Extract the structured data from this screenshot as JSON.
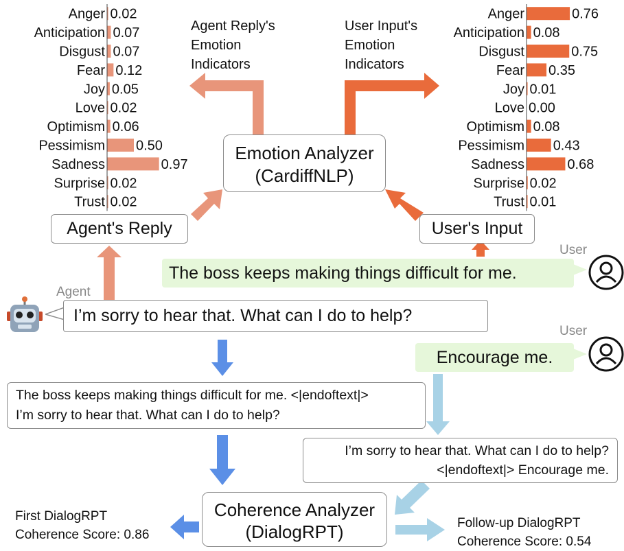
{
  "colors": {
    "agent_bar": "#e8957a",
    "user_bar": "#e96b3b",
    "dark_blue": "#5b8fe6",
    "light_blue": "#a8d2e6",
    "green_bubble": "#e6f7da"
  },
  "chart_data": [
    {
      "type": "bar",
      "orientation": "horizontal",
      "categories": [
        "Anger",
        "Anticipation",
        "Disgust",
        "Fear",
        "Joy",
        "Love",
        "Optimism",
        "Pessimism",
        "Sadness",
        "Surprise",
        "Trust"
      ],
      "values": [
        0.02,
        0.07,
        0.07,
        0.12,
        0.05,
        0.02,
        0.06,
        0.5,
        0.97,
        0.02,
        0.02
      ],
      "value_labels": [
        "0.02",
        "0.07",
        "0.07",
        "0.12",
        "0.05",
        "0.02",
        "0.06",
        "0.50",
        "0.97",
        "0.02",
        "0.02"
      ],
      "title": "Agent Reply's Emotion Indicators"
    },
    {
      "type": "bar",
      "orientation": "horizontal",
      "categories": [
        "Anger",
        "Anticipation",
        "Disgust",
        "Fear",
        "Joy",
        "Love",
        "Optimism",
        "Pessimism",
        "Sadness",
        "Surprise",
        "Trust"
      ],
      "values": [
        0.76,
        0.08,
        0.75,
        0.35,
        0.01,
        0.0,
        0.08,
        0.43,
        0.68,
        0.02,
        0.01
      ],
      "value_labels": [
        "0.76",
        "0.08",
        "0.75",
        "0.35",
        "0.01",
        "0.00",
        "0.08",
        "0.43",
        "0.68",
        "0.02",
        "0.01"
      ],
      "title": "User Input's Emotion Indicators"
    }
  ],
  "labels": {
    "agent_indicators": [
      "Agent Reply's",
      "Emotion",
      "Indicators"
    ],
    "user_indicators": [
      "User Input's",
      "Emotion",
      "Indicators"
    ]
  },
  "emotion_analyzer": {
    "line1": "Emotion Analyzer",
    "line2": "(CardiffNLP)"
  },
  "agent_reply_box": "Agent's Reply",
  "user_input_box": "User's Input",
  "speakers": {
    "user1": "User",
    "user2": "User",
    "agent": "Agent"
  },
  "messages": {
    "user1": "The boss keeps making things difficult for me.",
    "agent": "I’m sorry to hear that. What can I do to help?",
    "user2": "Encourage me."
  },
  "context_left": {
    "line1": "The boss keeps making things difficult for me. <|endoftext|>",
    "line2": "I’m sorry to hear that. What can I do to help?"
  },
  "context_right": {
    "line1": "I’m sorry to hear that. What can I do to help?",
    "line2": "<|endoftext|> Encourage me."
  },
  "coherence_analyzer": {
    "line1": "Coherence Analyzer",
    "line2": "(DialogRPT)"
  },
  "first_score": {
    "line1": "First DialogRPT",
    "line2": "Coherence Score: 0.86"
  },
  "followup_score": {
    "line1": "Follow-up DialogRPT",
    "line2": "Coherence Score: 0.54"
  },
  "icons": {
    "agent": "robot-icon",
    "user": "user-avatar-icon"
  }
}
